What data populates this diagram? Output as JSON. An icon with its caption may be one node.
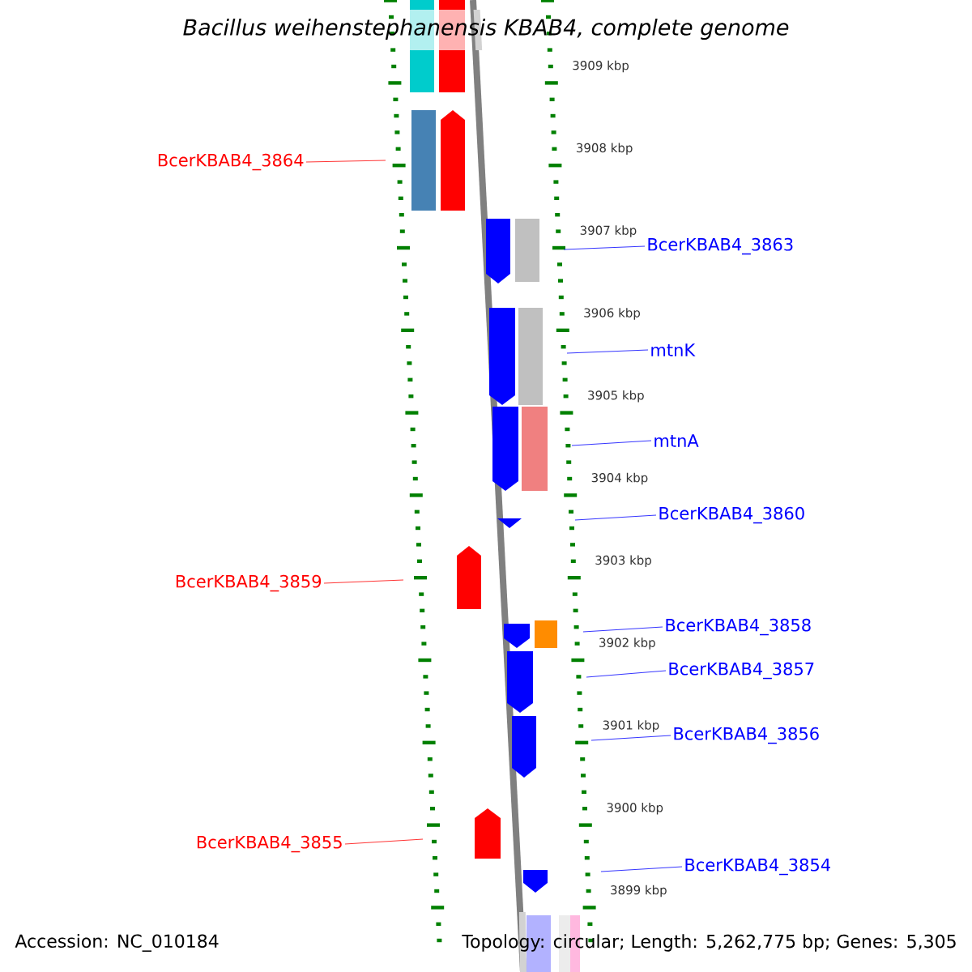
{
  "diagram": {
    "title": "Bacillus weihenstephanensis KBAB4, complete genome",
    "nodes": [
      {
        "text": [
          "BcerKBAB4_3864"
        ]
      },
      {
        "text": [
          "BcerKBAB4_3863"
        ]
      },
      {
        "text": [
          "mtnK"
        ]
      },
      {
        "text": [
          "mtnA"
        ]
      },
      {
        "text": [
          "BcerKBAB4_3860"
        ]
      },
      {
        "text": [
          "BcerKBAB4_3859"
        ]
      },
      {
        "text": [
          "BcerKBAB4_3858"
        ]
      },
      {
        "text": [
          "BcerKBAB4_3857"
        ]
      },
      {
        "text": [
          "BcerKBAB4_3856"
        ]
      },
      {
        "text": [
          "BcerKBAB4_3855"
        ]
      },
      {
        "text": [
          "BcerKBAB4_3854"
        ]
      }
    ],
    "edges": [
      {
        "from": 0,
        "to": null,
        "arrow": "none",
        "color": "#ff0000"
      },
      {
        "from": 1,
        "to": null,
        "arrow": "none"
      },
      {
        "from": 2,
        "to": null,
        "arrow": "none"
      },
      {
        "from": 3,
        "to": null,
        "arrow": "none"
      },
      {
        "from": 4,
        "to": null,
        "arrow": "none"
      },
      {
        "from": 5,
        "to": null,
        "arrow": "none",
        "color": "#ff0000"
      },
      {
        "from": 6,
        "to": null,
        "arrow": "none"
      },
      {
        "from": 7,
        "to": null,
        "arrow": "none"
      },
      {
        "from": 8,
        "to": null,
        "arrow": "none"
      },
      {
        "from": 9,
        "to": null,
        "arrow": "none",
        "color": "#ff0000"
      },
      {
        "from": 10,
        "to": null,
        "arrow": "none"
      }
    ],
    "labels": [
      "3909 kbp",
      "3908 kbp",
      "3907 kbp",
      "3906 kbp",
      "3905 kbp",
      "3904 kbp",
      "3903 kbp",
      "3902 kbp",
      "3901 kbp",
      "3900 kbp",
      "3899 kbp",
      "Accession: NC_010184",
      "Topology: circular; Length: 5,262,775 bp; Genes: 5,305"
    ]
  }
}
